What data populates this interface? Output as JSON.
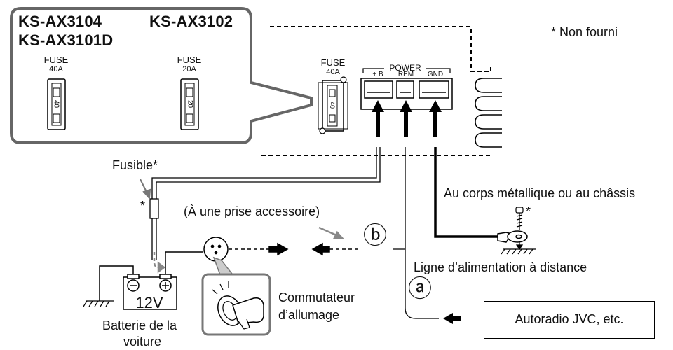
{
  "models": {
    "left_line1": "KS-AX3104",
    "left_line2": "KS-AX3101D",
    "right": "KS-AX3102"
  },
  "fuses": {
    "left": {
      "title": "FUSE",
      "rating": "40A",
      "body": "40"
    },
    "right": {
      "title": "FUSE",
      "rating": "20A",
      "body": "20"
    },
    "unit": {
      "title": "FUSE",
      "rating": "40A",
      "body": "40"
    }
  },
  "power": {
    "title": "POWER",
    "plus_b": "+ B",
    "rem": "REM",
    "gnd": "GND"
  },
  "labels": {
    "not_supplied": "* Non fourni",
    "fusible": "Fusible*",
    "asterisk": "*",
    "accessory": "(À une prise accessoire)",
    "marker_b": "ⓑ",
    "marker_a": "ⓐ",
    "chassis": "Au corps métallique ou au châssis",
    "screw_asterisk": "*",
    "remote_line": "Ligne d’alimentation à distance",
    "ignition_line1": "Commutateur",
    "ignition_line2": "d’allumage",
    "battery_voltage": "12V",
    "battery_line1": "Batterie de la",
    "battery_line2": "voiture",
    "head_unit": "Autoradio JVC, etc."
  },
  "colors": {
    "line": "#000000",
    "callout": "#555555",
    "callout_fill": "#ffffff",
    "arrow_gray": "#8a8a8a"
  },
  "icons": [
    "fuse-icon",
    "battery-icon",
    "ground-icon",
    "ignition-key-icon",
    "screw-icon",
    "ring-terminal-icon",
    "arrow-icon"
  ]
}
